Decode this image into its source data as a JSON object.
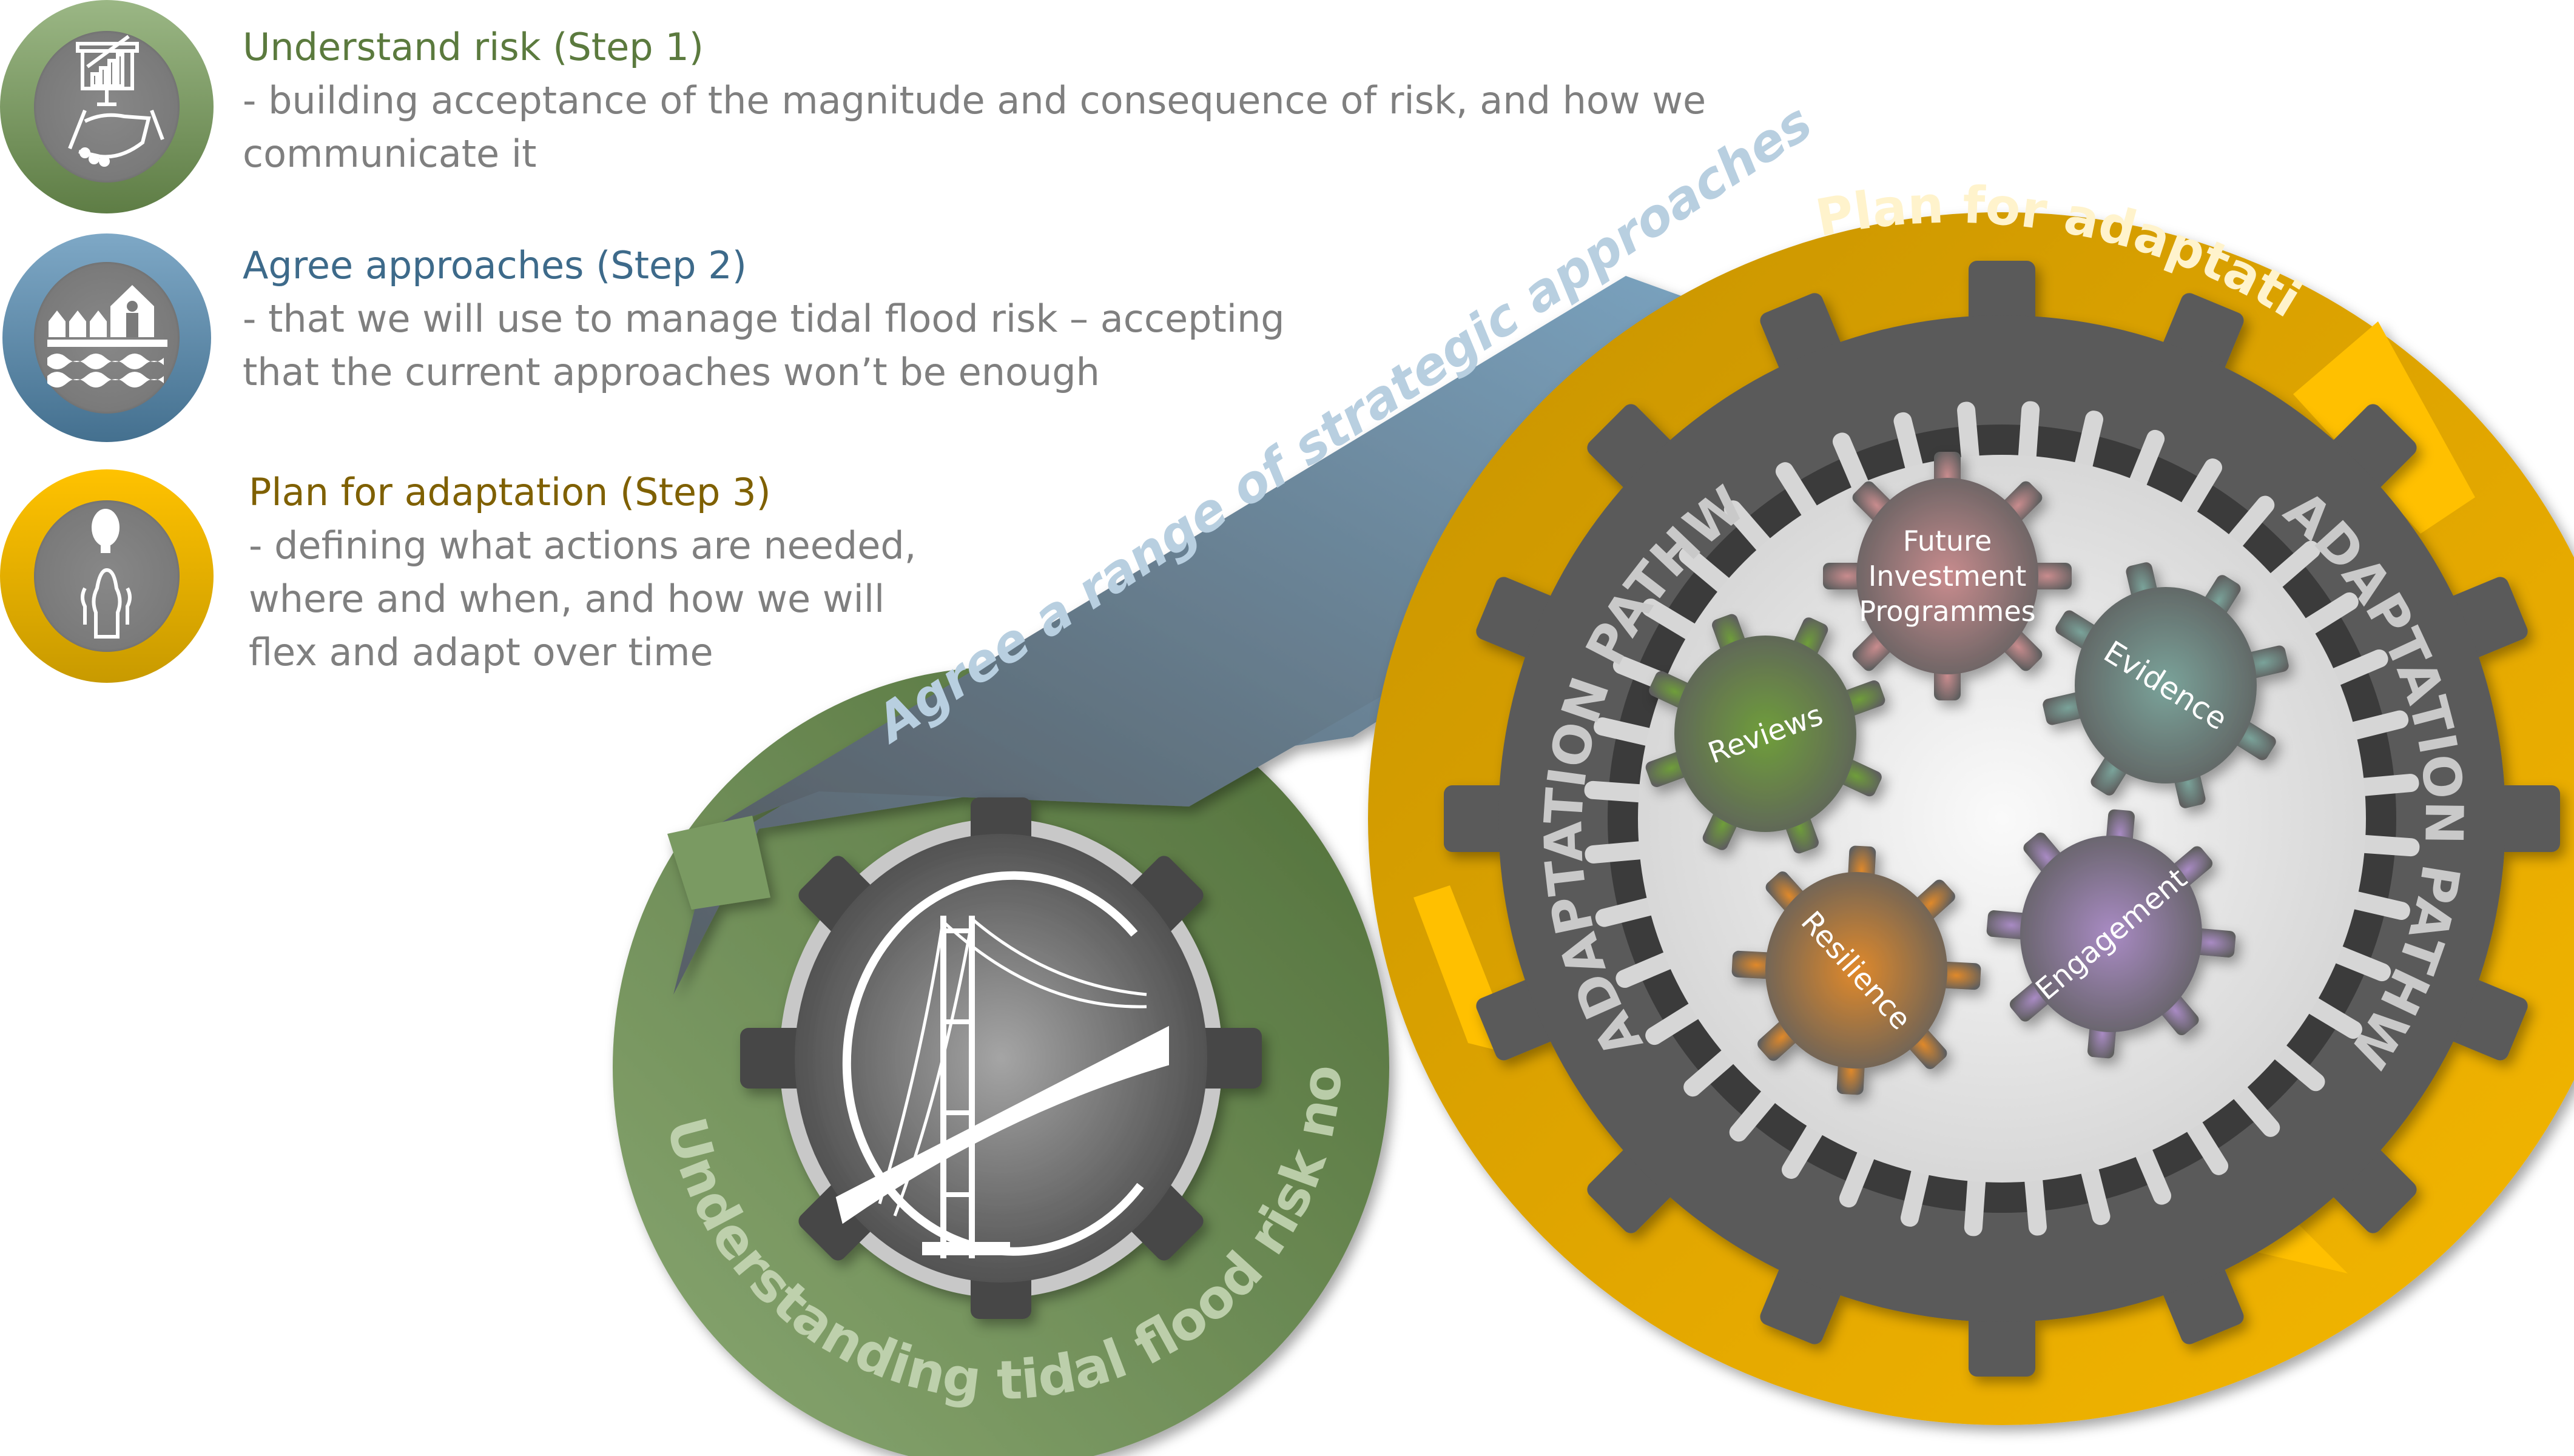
{
  "legend": {
    "steps": [
      {
        "title": "Understand risk (Step 1)",
        "lines": [
          "- building acceptance of the magnitude and consequence of risk, and how we",
          "communicate it"
        ],
        "icon": "presentation-chart-handshake-icon",
        "color": "#6a8a55",
        "title_color": "#5b7a3e"
      },
      {
        "title": "Agree approaches (Step 2)",
        "lines": [
          "- that we will use to manage tidal flood risk – accepting",
          "that the current approaches won’t be enough"
        ],
        "icon": "houses-flood-water-icon",
        "color": "#5f8bab",
        "title_color": "#3d6a8a"
      },
      {
        "title": "Plan for adaptation (Step 3)",
        "lines": [
          "- defining what actions are needed,",
          "where and when, and how we will",
          "flex and adapt over time"
        ],
        "icon": "lightbulb-people-icon",
        "color": "#e6ab00",
        "title_color": "#7f6000"
      }
    ]
  },
  "diagram": {
    "green_ring_label": "Understanding tidal flood risk now and in the future",
    "blue_arrow_label": "Agree a range of strategic approaches",
    "yellow_ring_label": "Plan for adaptation",
    "pathway_label_left": "ADAPTATION PATHWAY",
    "pathway_label_right": "ADAPTATION PATHWAY",
    "center_icon": "suspension-bridge-icon",
    "gears": [
      {
        "label_lines": [
          "Future",
          "Investment",
          "Programmes"
        ],
        "color": "#c98c8e"
      },
      {
        "label_lines": [
          "Evidence"
        ],
        "color": "#7aa39a"
      },
      {
        "label_lines": [
          "Reviews"
        ],
        "color": "#6f9e3a"
      },
      {
        "label_lines": [
          "Resilience"
        ],
        "color": "#e0892a"
      },
      {
        "label_lines": [
          "Engagement"
        ],
        "color": "#a98bc4"
      }
    ],
    "colors": {
      "green": "#627f48",
      "blue": "#6e8ea5",
      "yellow": "#e6ac00",
      "dark_gear": "#5a5a5a",
      "light_disc": "#dcdcdc"
    }
  }
}
